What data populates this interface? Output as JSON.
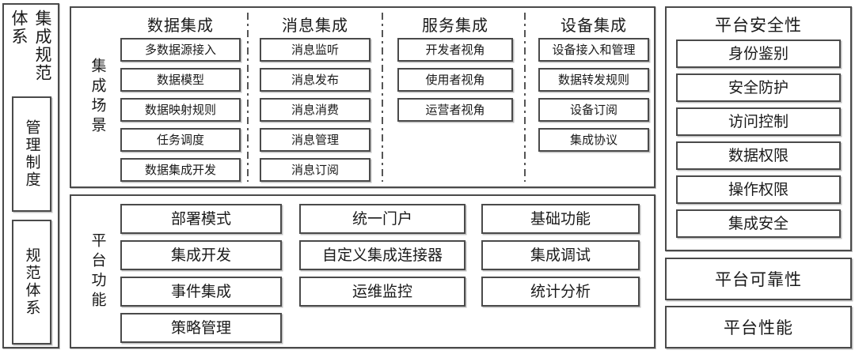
{
  "left_column": {
    "title": "集成规范体系",
    "items": [
      {
        "label": "管理制度"
      },
      {
        "label": "规范体系"
      }
    ]
  },
  "scene_panel": {
    "side_label": "集成场景",
    "columns": [
      {
        "heading": "数据集成",
        "items": [
          "多数据源接入",
          "数据模型",
          "数据映射规则",
          "任务调度",
          "数据集成开发"
        ]
      },
      {
        "heading": "消息集成",
        "items": [
          "消息监听",
          "消息发布",
          "消息消费",
          "消息管理",
          "消息订阅"
        ]
      },
      {
        "heading": "服务集成",
        "items": [
          "开发者视角",
          "使用者视角",
          "运营者视角"
        ]
      },
      {
        "heading": "设备集成",
        "items": [
          "设备接入和管理",
          "数据转发规则",
          "设备订阅",
          "集成协议"
        ]
      }
    ]
  },
  "function_panel": {
    "side_label": "平台功能",
    "columns": [
      {
        "items": [
          "部署模式",
          "集成开发",
          "事件集成",
          "策略管理"
        ]
      },
      {
        "items": [
          "统一门户",
          "自定义集成连接器",
          "运维监控"
        ]
      },
      {
        "items": [
          "基础功能",
          "集成调试",
          "统计分析"
        ]
      }
    ]
  },
  "right_column": {
    "security": {
      "title": "平台安全性",
      "items": [
        "身份鉴别",
        "安全防护",
        "访问控制",
        "数据权限",
        "操作权限",
        "集成安全"
      ]
    },
    "reliability": "平台可靠性",
    "performance": "平台性能"
  },
  "colors": {
    "border": "#4a4a4a",
    "background": "#ffffff",
    "text": "#1a1a1a"
  }
}
